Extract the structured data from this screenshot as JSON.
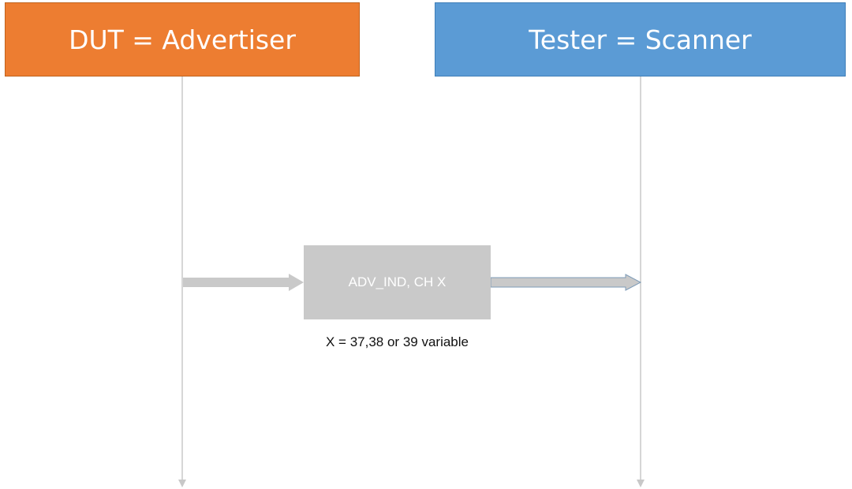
{
  "colors": {
    "dut_header": "#ED7D31",
    "tester_header": "#5B9BD5",
    "packet_box": "#C9C9C9",
    "lifeline": "#C8C8C8"
  },
  "participants": [
    {
      "id": "dut",
      "label": "DUT = Advertiser"
    },
    {
      "id": "tester",
      "label": "Tester = Scanner"
    }
  ],
  "messages": [
    {
      "from": "dut",
      "to": "tester",
      "label": "ADV_IND, CH X",
      "note": "X = 37,38 or 39 variable"
    }
  ]
}
